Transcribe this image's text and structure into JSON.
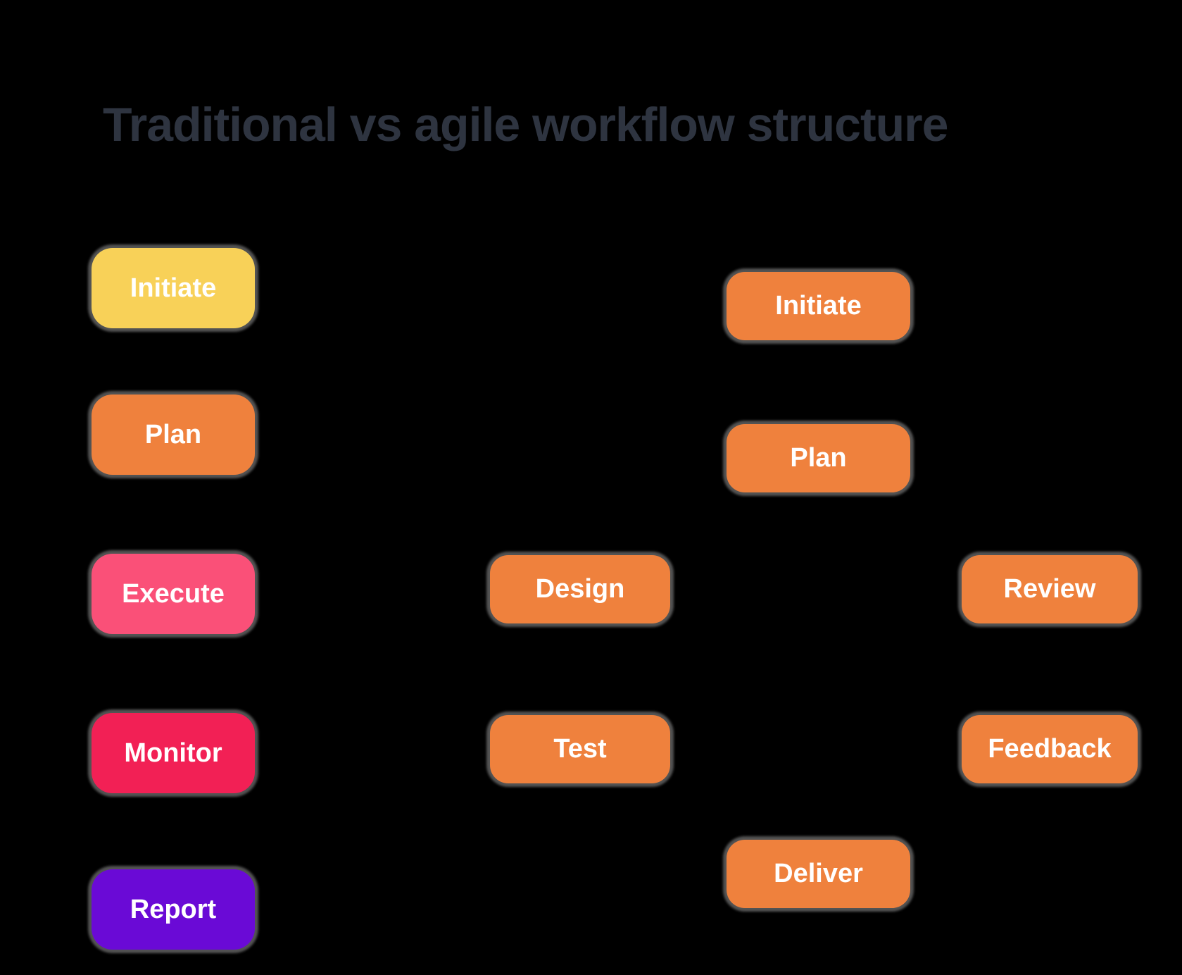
{
  "title": "Traditional vs agile workflow structure",
  "colors": {
    "background": "#000000",
    "title_text": "#2E3440",
    "node_text": "#FFFFFF",
    "shadow_halo": "#989898",
    "agile_orange": "#EF813D"
  },
  "traditional": {
    "nodes": [
      {
        "label": "Initiate",
        "color": "#F8D158"
      },
      {
        "label": "Plan",
        "color": "#EF813D"
      },
      {
        "label": "Execute",
        "color": "#FA5078"
      },
      {
        "label": "Monitor",
        "color": "#F22055"
      },
      {
        "label": "Report",
        "color": "#6A0AD6"
      }
    ]
  },
  "agile": {
    "nodes": [
      {
        "label": "Initiate",
        "color": "#EF813D"
      },
      {
        "label": "Plan",
        "color": "#EF813D"
      },
      {
        "label": "Design",
        "color": "#EF813D"
      },
      {
        "label": "Review",
        "color": "#EF813D"
      },
      {
        "label": "Test",
        "color": "#EF813D"
      },
      {
        "label": "Feedback",
        "color": "#EF813D"
      },
      {
        "label": "Deliver",
        "color": "#EF813D"
      }
    ]
  }
}
